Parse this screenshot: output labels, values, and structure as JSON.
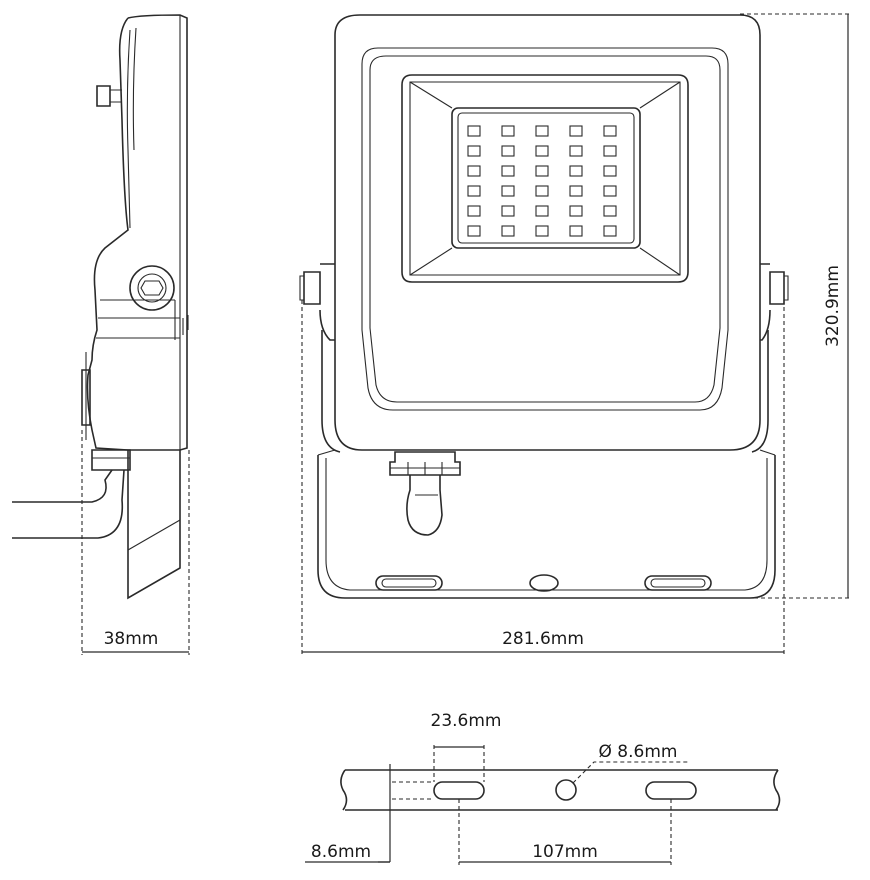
{
  "dimensions": {
    "depth": "38mm",
    "width": "281.6mm",
    "height": "320.9mm",
    "slot_length": "23.6mm",
    "hole_diameter": "Ø 8.6mm",
    "slot_width": "8.6mm",
    "slot_spacing": "107mm"
  },
  "led_grid": {
    "rows": 6,
    "columns": 5
  },
  "colors": {
    "line": "#2a2a2a",
    "background": "#ffffff",
    "text": "#1a1a1a"
  }
}
